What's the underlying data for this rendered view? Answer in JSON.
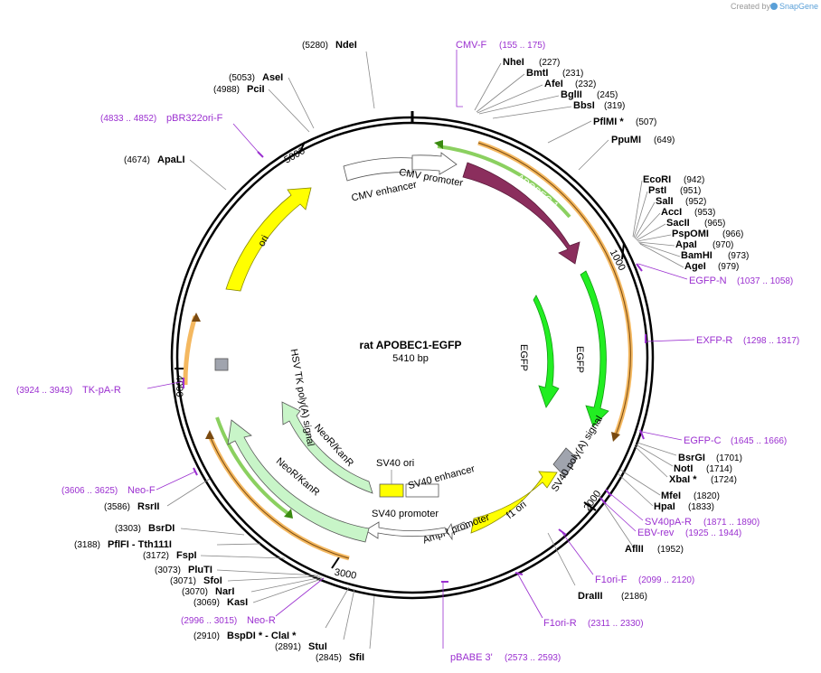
{
  "credit": {
    "text": "Created by",
    "brand": "SnapGene"
  },
  "plasmid": {
    "name": "rat APOBEC1-EGFP",
    "length": "5410 bp"
  },
  "ticks": [
    "1000",
    "2000",
    "3000",
    "4000",
    "5000"
  ],
  "features": {
    "cmv_enhancer": "CMV enhancer",
    "cmv_promoter": "CMV promoter",
    "apobec1": "APOBEC-1",
    "egfp_inner": "EGFP",
    "egfp_outer": "EGFP",
    "sv40_polya": "SV40 poly(A) signal",
    "f1_ori": "f1 ori",
    "ampr_promoter": "AmpR promoter",
    "sv40_promoter": "SV40 promoter",
    "sv40_enhancer": "SV40 enhancer",
    "sv40_ori": "SV40 ori",
    "neor_inner": "NeoR/KanR",
    "neor_outer": "NeoR/KanR",
    "hsv_tk_polya": "HSV TK poly(A) signal",
    "ori": "ori"
  },
  "enzymes": [
    {
      "name": "NdeI",
      "pos": "(5280)"
    },
    {
      "name": "AseI",
      "pos": "(5053)"
    },
    {
      "name": "PciI",
      "pos": "(4988)"
    },
    {
      "name": "ApaLI",
      "pos": "(4674)"
    },
    {
      "name": "NheI",
      "pos": "(227)"
    },
    {
      "name": "BmtI",
      "pos": "(231)"
    },
    {
      "name": "AfeI",
      "pos": "(232)"
    },
    {
      "name": "BglII",
      "pos": "(245)"
    },
    {
      "name": "BbsI",
      "pos": "(319)"
    },
    {
      "name": "PflMI *",
      "pos": "(507)"
    },
    {
      "name": "PpuMI",
      "pos": "(649)"
    },
    {
      "name": "EcoRI",
      "pos": "(942)"
    },
    {
      "name": "PstI",
      "pos": "(951)"
    },
    {
      "name": "SalI",
      "pos": "(952)"
    },
    {
      "name": "AccI",
      "pos": "(953)"
    },
    {
      "name": "SacII",
      "pos": "(965)"
    },
    {
      "name": "PspOMI",
      "pos": "(966)"
    },
    {
      "name": "ApaI",
      "pos": "(970)"
    },
    {
      "name": "BamHI",
      "pos": "(973)"
    },
    {
      "name": "AgeI",
      "pos": "(979)"
    },
    {
      "name": "BsrGI",
      "pos": "(1701)"
    },
    {
      "name": "NotI",
      "pos": "(1714)"
    },
    {
      "name": "XbaI *",
      "pos": "(1724)"
    },
    {
      "name": "MfeI",
      "pos": "(1820)"
    },
    {
      "name": "HpaI",
      "pos": "(1833)"
    },
    {
      "name": "AflII",
      "pos": "(1952)"
    },
    {
      "name": "DraIII",
      "pos": "(2186)"
    },
    {
      "name": "SfiI",
      "pos": "(2845)"
    },
    {
      "name": "StuI",
      "pos": "(2891)"
    },
    {
      "name": "BspDI * - ClaI *",
      "pos": "(2910)"
    },
    {
      "name": "KasI",
      "pos": "(3069)"
    },
    {
      "name": "NarI",
      "pos": "(3070)"
    },
    {
      "name": "SfoI",
      "pos": "(3071)"
    },
    {
      "name": "PluTI",
      "pos": "(3073)"
    },
    {
      "name": "FspI",
      "pos": "(3172)"
    },
    {
      "name": "PflFI - Tth111I",
      "pos": "(3188)"
    },
    {
      "name": "BsrDI",
      "pos": "(3303)"
    },
    {
      "name": "RsrII",
      "pos": "(3586)"
    }
  ],
  "primers": [
    {
      "name": "CMV-F",
      "pos": "(155 .. 175)"
    },
    {
      "name": "pBR322ori-F",
      "pos": "(4833 .. 4852)"
    },
    {
      "name": "EGFP-N",
      "pos": "(1037 .. 1058)"
    },
    {
      "name": "EXFP-R",
      "pos": "(1298 .. 1317)"
    },
    {
      "name": "EGFP-C",
      "pos": "(1645 .. 1666)"
    },
    {
      "name": "SV40pA-R",
      "pos": "(1871 .. 1890)"
    },
    {
      "name": "EBV-rev",
      "pos": "(1925 .. 1944)"
    },
    {
      "name": "F1ori-F",
      "pos": "(2099 .. 2120)"
    },
    {
      "name": "F1ori-R",
      "pos": "(2311 .. 2330)"
    },
    {
      "name": "pBABE 3'",
      "pos": "(2573 .. 2593)"
    },
    {
      "name": "Neo-R",
      "pos": "(2996 .. 3015)"
    },
    {
      "name": "Neo-F",
      "pos": "(3606 .. 3625)"
    },
    {
      "name": "TK-pA-R",
      "pos": "(3924 .. 3943)"
    }
  ]
}
